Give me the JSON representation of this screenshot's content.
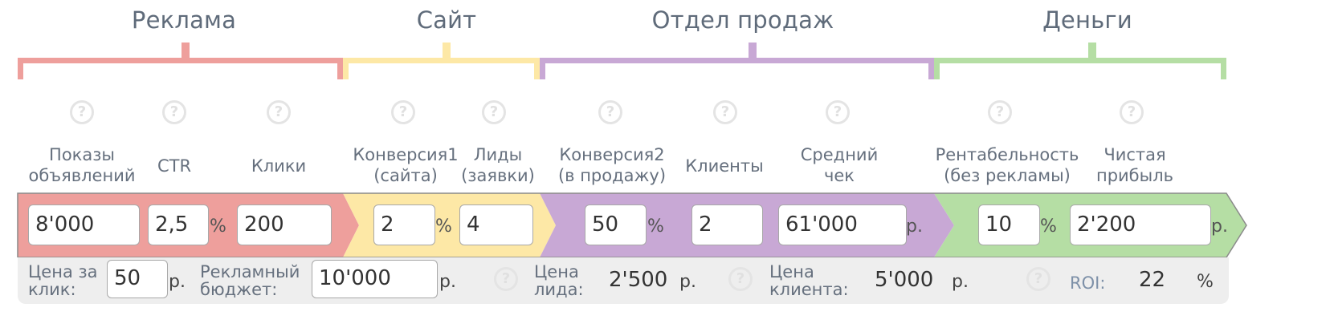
{
  "sections": [
    {
      "title": "Реклама",
      "color": "#ee9f9c"
    },
    {
      "title": "Сайт",
      "color": "#fde8a6"
    },
    {
      "title": "Отдел продаж",
      "color": "#c8a8d5"
    },
    {
      "title": "Деньги",
      "color": "#b5dea4"
    }
  ],
  "help_glyph": "?",
  "columns": [
    {
      "label": "Показы\nобъявлений"
    },
    {
      "label": "CTR"
    },
    {
      "label": "Клики"
    },
    {
      "label": "Конверсия1\n(сайта)"
    },
    {
      "label": "Лиды\n(заявки)"
    },
    {
      "label": "Конверсия2\n(в продажу)"
    },
    {
      "label": "Клиенты"
    },
    {
      "label": "Средний\nчек"
    },
    {
      "label": "Рентабельность\n(без рекламы)"
    },
    {
      "label": "Чистая\nприбыль"
    }
  ],
  "inputs": {
    "impressions": "8'000",
    "ctr": "2,5",
    "clicks": "200",
    "conversion1": "2",
    "leads": "4",
    "conversion2": "50",
    "clients": "2",
    "average_check": "61'000",
    "profitability": "10",
    "net_profit": "2'200"
  },
  "units": {
    "percent": "%",
    "rub": "р."
  },
  "bottom": {
    "cpc_label": "Цена за\nклик:",
    "cpc_value": "50",
    "budget_label": "Рекламный\nбюджет:",
    "budget_value": "10'000",
    "lead_price_label": "Цена\nлида:",
    "lead_price_value": "2'500",
    "client_price_label": "Цена\nклиента:",
    "client_price_value": "5'000",
    "roi_label": "ROI:",
    "roi_value": "22"
  },
  "colors": {
    "ads": "#ee9f9c",
    "site": "#fde8a6",
    "sales": "#c8a8d5",
    "money": "#b5dea4",
    "bottom_bar": "#eeeeee"
  }
}
